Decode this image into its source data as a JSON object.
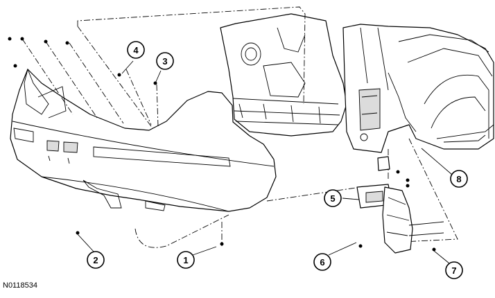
{
  "figure_id": "N0118534",
  "callouts": [
    {
      "label": "1"
    },
    {
      "label": "2"
    },
    {
      "label": "3"
    },
    {
      "label": "4"
    },
    {
      "label": "5"
    },
    {
      "label": "6"
    },
    {
      "label": "7"
    },
    {
      "label": "8"
    }
  ],
  "colors": {
    "line": "#000000",
    "background": "#ffffff",
    "shade": "#dcdcdc"
  }
}
